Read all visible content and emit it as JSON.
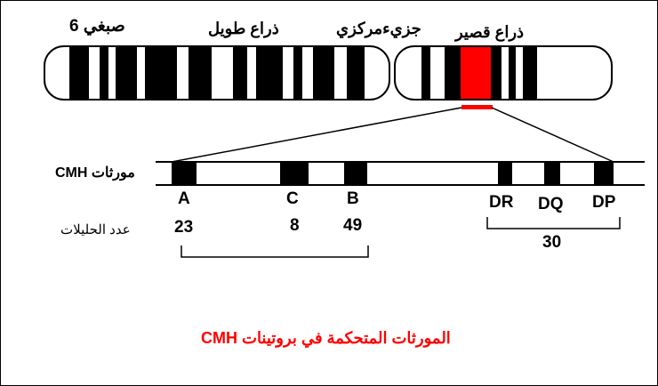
{
  "labels": {
    "chromosome": "صبغي 6",
    "long_arm": "ذراع طويل",
    "centromere": "جزيءمركزي",
    "short_arm": "ذراع قصير",
    "cmh_genes": "مورثات CMH",
    "allele_count": "عدد الحليلات",
    "caption": "المورثات المتحكمة في بروتينات CMH"
  },
  "genes": [
    {
      "name": "A",
      "alleles": "23"
    },
    {
      "name": "C",
      "alleles": "8"
    },
    {
      "name": "B",
      "alleles": "49"
    },
    {
      "name": "DR",
      "alleles": ""
    },
    {
      "name": "DQ",
      "alleles": ""
    },
    {
      "name": "DP",
      "alleles": ""
    }
  ],
  "class2_alleles": "30",
  "colors": {
    "highlight": "#ff0000",
    "band": "#000000",
    "caption": "#ff0000",
    "background": "#ffffff"
  }
}
